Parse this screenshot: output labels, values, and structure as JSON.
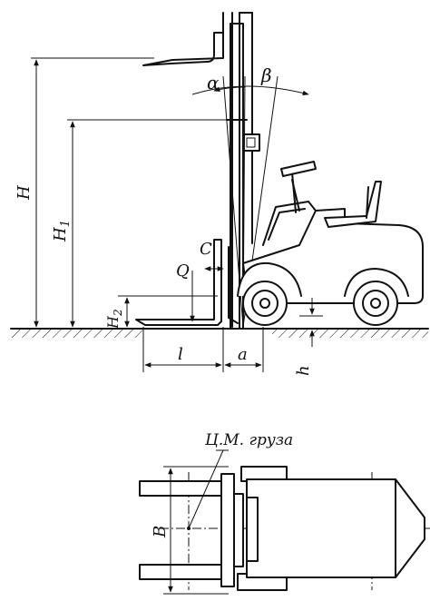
{
  "labels": {
    "H": "H",
    "H1": "H",
    "H1_sub": "1",
    "H2": "H",
    "H2_sub": "2",
    "alpha": "α",
    "beta": "β",
    "C": "C",
    "Q": "Q",
    "l": "l",
    "a": "a",
    "h": "h",
    "B": "B",
    "center_of_mass": "Ц.М. груза"
  }
}
